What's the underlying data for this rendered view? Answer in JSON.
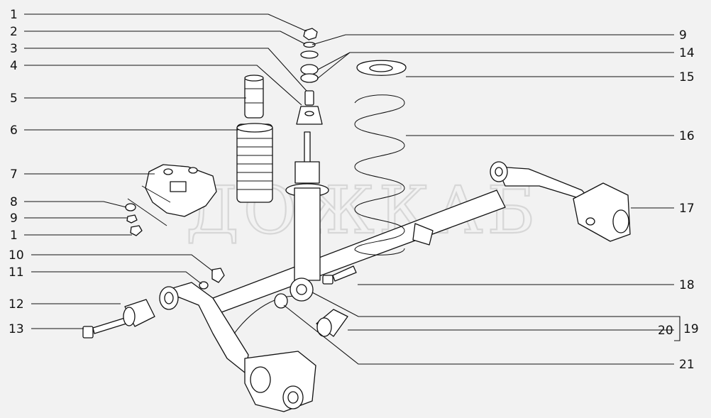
{
  "watermark": "ДОЖКАБ",
  "callouts": [
    {
      "id": "c1a",
      "label": "1"
    },
    {
      "id": "c2",
      "label": "2"
    },
    {
      "id": "c3",
      "label": "3"
    },
    {
      "id": "c4",
      "label": "4"
    },
    {
      "id": "c5",
      "label": "5"
    },
    {
      "id": "c6",
      "label": "6"
    },
    {
      "id": "c7",
      "label": "7"
    },
    {
      "id": "c8",
      "label": "8"
    },
    {
      "id": "c9a",
      "label": "9"
    },
    {
      "id": "c1b",
      "label": "1"
    },
    {
      "id": "c10",
      "label": "10"
    },
    {
      "id": "c11",
      "label": "11"
    },
    {
      "id": "c12",
      "label": "12"
    },
    {
      "id": "c13",
      "label": "13"
    },
    {
      "id": "c9b",
      "label": "9"
    },
    {
      "id": "c14",
      "label": "14"
    },
    {
      "id": "c15",
      "label": "15"
    },
    {
      "id": "c16",
      "label": "16"
    },
    {
      "id": "c17",
      "label": "17"
    },
    {
      "id": "c18",
      "label": "18"
    },
    {
      "id": "c20",
      "label": "20"
    },
    {
      "id": "c19",
      "label": "19"
    },
    {
      "id": "c21",
      "label": "21"
    }
  ]
}
